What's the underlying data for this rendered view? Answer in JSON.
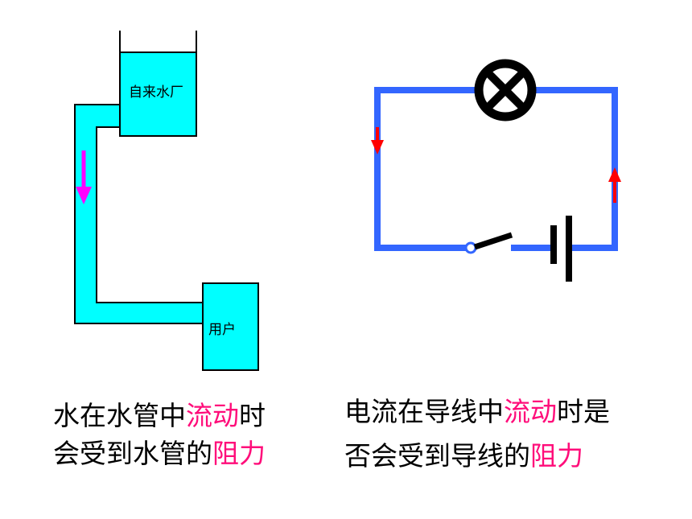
{
  "water": {
    "tank_label": "自来水厂",
    "user_label": "用户",
    "water_color": "#00ffff",
    "arrow_color": "#ff00ff"
  },
  "circuit": {
    "wire_color": "#3366ff",
    "arrow_color": "#ff0000",
    "components": [
      "bulb-icon",
      "switch-icon",
      "battery-icon"
    ]
  },
  "captions": {
    "left_line1_a": "水在水管中",
    "left_line1_hl": "流动",
    "left_line1_b": "时",
    "left_line2_a": "会受到水管的",
    "left_line2_hl": "阻力",
    "right_line1_a": "电流在导线中",
    "right_line1_hl": "流动",
    "right_line1_b": "时是",
    "right_line2_a": "否会受到导线的",
    "right_line2_hl": "阻力",
    "highlight_color": "#ff0d7a"
  }
}
